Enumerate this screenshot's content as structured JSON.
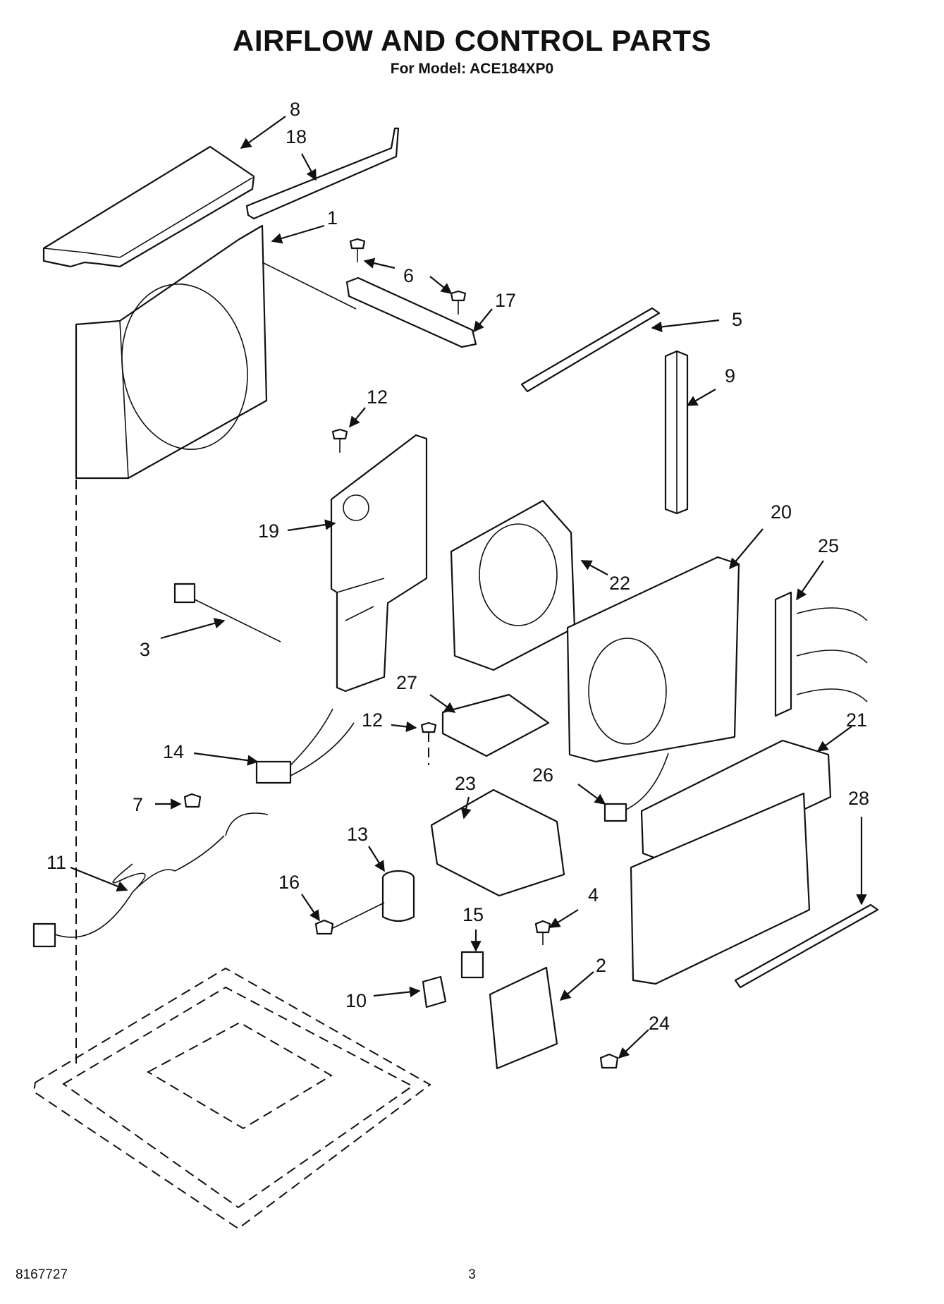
{
  "header": {
    "title": "AIRFLOW AND CONTROL PARTS",
    "subtitle": "For Model: ACE184XP0"
  },
  "footer": {
    "doc_number": "8167727",
    "page_number": "3"
  },
  "callouts": [
    "8",
    "18",
    "1",
    "6",
    "17",
    "5",
    "9",
    "12",
    "19",
    "22",
    "20",
    "25",
    "3",
    "27",
    "12",
    "14",
    "21",
    "7",
    "26",
    "23",
    "28",
    "13",
    "11",
    "16",
    "4",
    "15",
    "10",
    "2",
    "24"
  ]
}
